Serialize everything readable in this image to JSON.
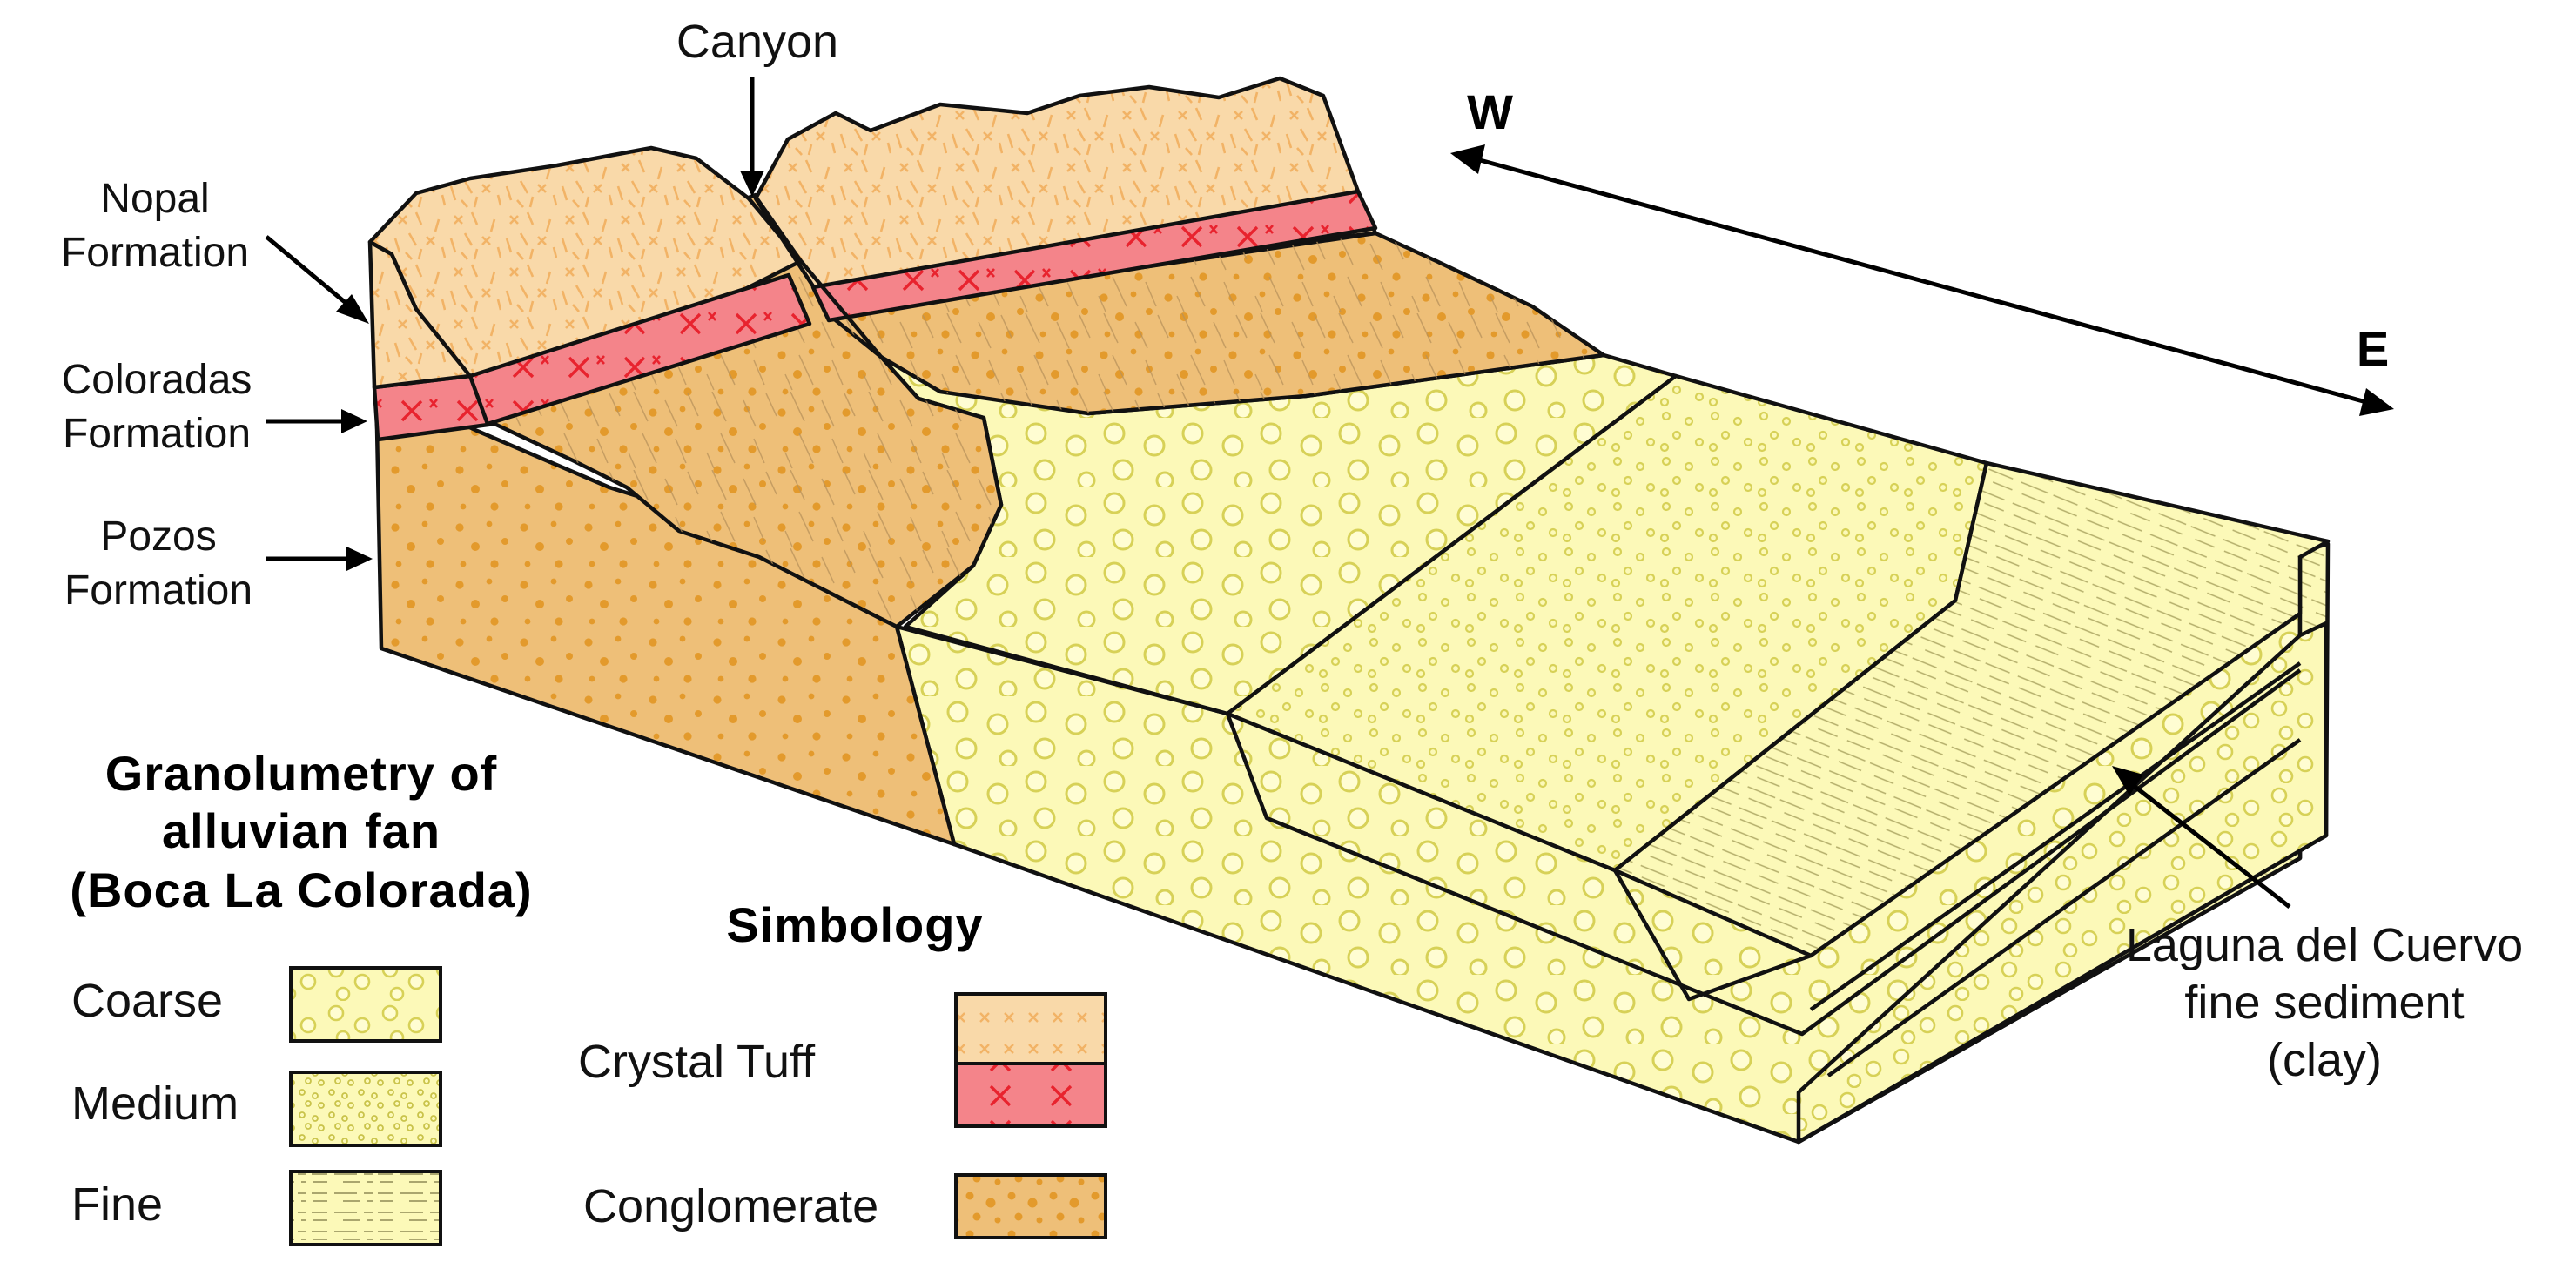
{
  "labels": {
    "canyon": "Canyon",
    "nopal_1": "Nopal",
    "nopal_2": "Formation",
    "coloradas_1": "Coloradas",
    "coloradas_2": "Formation",
    "pozos_1": "Pozos",
    "pozos_2": "Formation",
    "west": "W",
    "east": "E",
    "laguna_1": "Laguna del Cuervo",
    "laguna_2": "fine sediment",
    "laguna_3": "(clay)"
  },
  "granulometry": {
    "title_1": "Granolumetry of",
    "title_2": "alluvian fan",
    "title_3": "(Boca La Colorada)",
    "items": [
      {
        "label": "Coarse"
      },
      {
        "label": "Medium"
      },
      {
        "label": "Fine"
      }
    ]
  },
  "simbology": {
    "title": "Simbology",
    "items": [
      {
        "label": "Crystal Tuff"
      },
      {
        "label": "Conglomerate"
      }
    ]
  },
  "colors": {
    "tuff": "#f9d9a9",
    "tuff_marks": "#f2b366",
    "red_tuff": "#f4848a",
    "red_marks": "#e8232e",
    "conglomerate": "#eebf78",
    "conglomerate_dots": "#e39a2c",
    "fan": "#fcf9b8",
    "fan_dots": "#d7d157",
    "outline": "#111111"
  }
}
